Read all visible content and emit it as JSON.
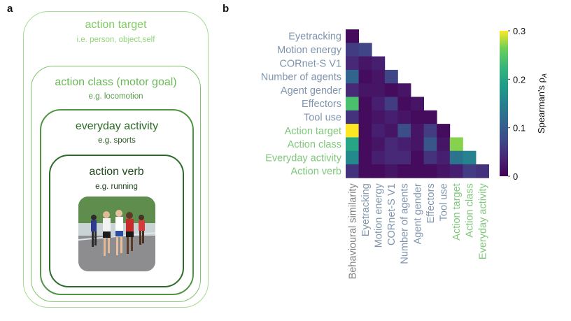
{
  "panel_a": {
    "letter": "a",
    "boxes": {
      "target": {
        "title": "action target",
        "subtitle": "i.e. person, object,self"
      },
      "class": {
        "title": "action class (motor goal)",
        "subtitle": "e.g. locomotion"
      },
      "everyday": {
        "title": "everyday activity",
        "subtitle": "e.g. sports"
      },
      "verb": {
        "title": "action verb",
        "subtitle": "e.g. running"
      }
    },
    "colors": {
      "target": "#7fcc62",
      "class": "#6bb859",
      "everyday": "#2d6a27",
      "verb": "#1f4b1c"
    }
  },
  "panel_b": {
    "letter": "b"
  },
  "chart_data": {
    "type": "heatmap",
    "layout": "lower-triangular",
    "colormap": "viridis",
    "row_labels": [
      "Eyetracking",
      "Motion energy",
      "CORnet-S V1",
      "Number of agents",
      "Agent gender",
      "Effectors",
      "Tool use",
      "Action target",
      "Action class",
      "Everyday activity",
      "Action verb"
    ],
    "col_labels": [
      "Behavioural similarity",
      "Eyetracking",
      "Motion energy",
      "CORnet-S V1",
      "Number of agents",
      "Agent gender",
      "Effectors",
      "Tool use",
      "Action target",
      "Action class",
      "Everyday activity"
    ],
    "label_colors": {
      "Behavioural similarity": "#7f7f7f",
      "Eyetracking": "#7f95ad",
      "Motion energy": "#7f95ad",
      "CORnet-S V1": "#7f95ad",
      "Number of agents": "#7f95ad",
      "Agent gender": "#7f95ad",
      "Effectors": "#7f95ad",
      "Tool use": "#7f95ad",
      "Action target": "#7fc77a",
      "Action class": "#7fc77a",
      "Everyday activity": "#7fc77a",
      "Action verb": "#7fc77a"
    },
    "values": [
      [
        0.01
      ],
      [
        0.06,
        0.07
      ],
      [
        0.04,
        0.02,
        0.03
      ],
      [
        0.11,
        0.01,
        0.02,
        0.07
      ],
      [
        0.04,
        0.02,
        0.02,
        0.01,
        0.02
      ],
      [
        0.24,
        0.01,
        0.03,
        0.06,
        0.01,
        0.02
      ],
      [
        0.05,
        0.01,
        0.02,
        0.03,
        0.02,
        0.01,
        0.01
      ],
      [
        0.3,
        0.01,
        0.03,
        0.02,
        0.08,
        0.02,
        0.06,
        0.01
      ],
      [
        0.2,
        0.01,
        0.02,
        0.04,
        0.03,
        0.02,
        0.09,
        0.02,
        0.27
      ],
      [
        0.16,
        0.01,
        0.03,
        0.04,
        0.04,
        0.01,
        0.05,
        0.03,
        0.13,
        0.15
      ],
      [
        0.05,
        0.01,
        0.01,
        0.02,
        0.01,
        0.01,
        0.01,
        0.02,
        0.03,
        0.06,
        0.05
      ]
    ],
    "colorbar": {
      "min": 0,
      "max": 0.3,
      "ticks": [
        0,
        0.1,
        0.2,
        0.3
      ],
      "tick_labels": [
        "0",
        "0.1",
        "0.2",
        "0.3"
      ],
      "title": "Spearman's ρ",
      "title_subscript": "A"
    }
  }
}
